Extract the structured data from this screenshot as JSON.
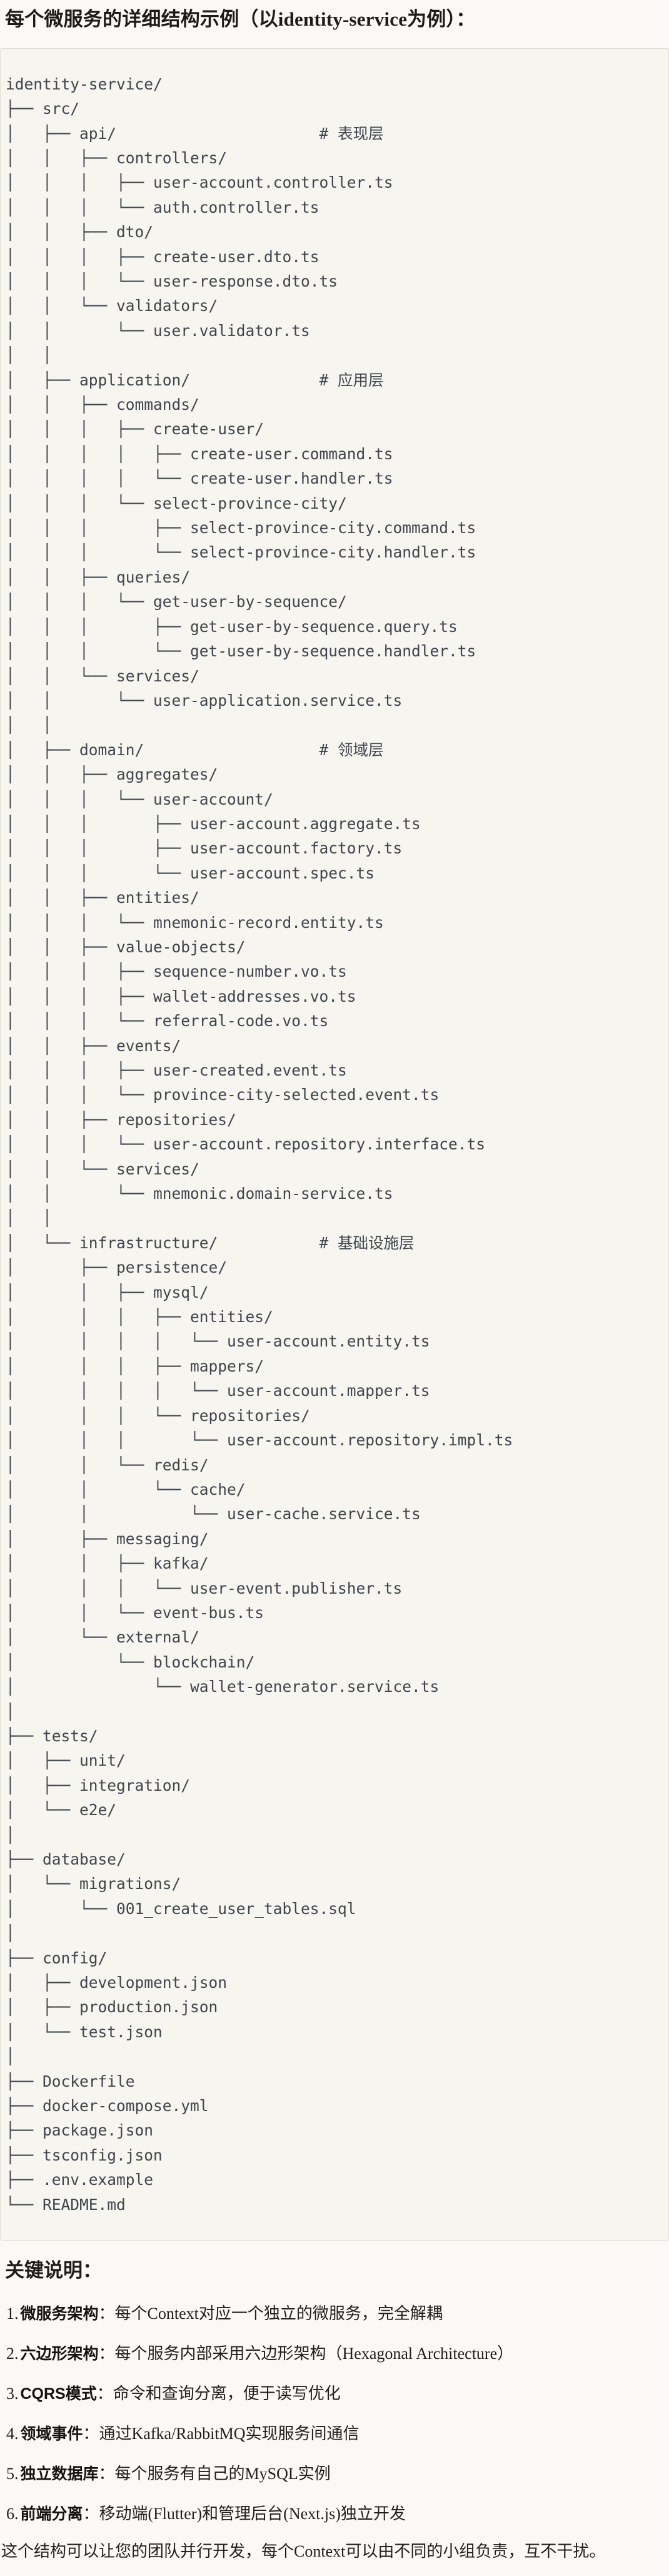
{
  "title": "每个微服务的详细结构示例（以identity-service为例）：",
  "tree": {
    "lines": [
      "identity-service/",
      "├── src/",
      "│   ├── api/                      # 表现层",
      "│   │   ├── controllers/",
      "│   │   │   ├── user-account.controller.ts",
      "│   │   │   └── auth.controller.ts",
      "│   │   ├── dto/",
      "│   │   │   ├── create-user.dto.ts",
      "│   │   │   └── user-response.dto.ts",
      "│   │   └── validators/",
      "│   │       └── user.validator.ts",
      "│   │",
      "│   ├── application/              # 应用层",
      "│   │   ├── commands/",
      "│   │   │   ├── create-user/",
      "│   │   │   │   ├── create-user.command.ts",
      "│   │   │   │   └── create-user.handler.ts",
      "│   │   │   └── select-province-city/",
      "│   │   │       ├── select-province-city.command.ts",
      "│   │   │       └── select-province-city.handler.ts",
      "│   │   ├── queries/",
      "│   │   │   └── get-user-by-sequence/",
      "│   │   │       ├── get-user-by-sequence.query.ts",
      "│   │   │       └── get-user-by-sequence.handler.ts",
      "│   │   └── services/",
      "│   │       └── user-application.service.ts",
      "│   │",
      "│   ├── domain/                   # 领域层",
      "│   │   ├── aggregates/",
      "│   │   │   └── user-account/",
      "│   │   │       ├── user-account.aggregate.ts",
      "│   │   │       ├── user-account.factory.ts",
      "│   │   │       └── user-account.spec.ts",
      "│   │   ├── entities/",
      "│   │   │   └── mnemonic-record.entity.ts",
      "│   │   ├── value-objects/",
      "│   │   │   ├── sequence-number.vo.ts",
      "│   │   │   ├── wallet-addresses.vo.ts",
      "│   │   │   └── referral-code.vo.ts",
      "│   │   ├── events/",
      "│   │   │   ├── user-created.event.ts",
      "│   │   │   └── province-city-selected.event.ts",
      "│   │   ├── repositories/",
      "│   │   │   └── user-account.repository.interface.ts",
      "│   │   └── services/",
      "│   │       └── mnemonic.domain-service.ts",
      "│   │",
      "│   └── infrastructure/           # 基础设施层",
      "│       ├── persistence/",
      "│       │   ├── mysql/",
      "│       │   │   ├── entities/",
      "│       │   │   │   └── user-account.entity.ts",
      "│       │   │   ├── mappers/",
      "│       │   │   │   └── user-account.mapper.ts",
      "│       │   │   └── repositories/",
      "│       │   │       └── user-account.repository.impl.ts",
      "│       │   └── redis/",
      "│       │       └── cache/",
      "│       │           └── user-cache.service.ts",
      "│       ├── messaging/",
      "│       │   ├── kafka/",
      "│       │   │   └── user-event.publisher.ts",
      "│       │   └── event-bus.ts",
      "│       └── external/",
      "│           └── blockchain/",
      "│               └── wallet-generator.service.ts",
      "│",
      "├── tests/",
      "│   ├── unit/",
      "│   ├── integration/",
      "│   └── e2e/",
      "│",
      "├── database/",
      "│   └── migrations/",
      "│       └── 001_create_user_tables.sql",
      "│",
      "├── config/",
      "│   ├── development.json",
      "│   ├── production.json",
      "│   └── test.json",
      "│",
      "├── Dockerfile",
      "├── docker-compose.yml",
      "├── package.json",
      "├── tsconfig.json",
      "├── .env.example",
      "└── README.md"
    ]
  },
  "notes": {
    "heading": "关键说明：",
    "items": [
      {
        "num": "1.",
        "term": "微服务架构",
        "desc": "：每个Context对应一个独立的微服务，完全解耦"
      },
      {
        "num": "2.",
        "term": "六边形架构",
        "desc": "：每个服务内部采用六边形架构（Hexagonal Architecture）"
      },
      {
        "num": "3.",
        "term": "CQRS模式",
        "desc": "：命令和查询分离，便于读写优化"
      },
      {
        "num": "4.",
        "term": "领域事件",
        "desc": "：通过Kafka/RabbitMQ实现服务间通信"
      },
      {
        "num": "5.",
        "term": "独立数据库",
        "desc": "：每个服务有自己的MySQL实例"
      },
      {
        "num": "6.",
        "term": "前端分离",
        "desc": "：移动端(Flutter)和管理后台(Next.js)独立开发"
      }
    ],
    "closing": "这个结构可以让您的团队并行开发，每个Context可以由不同的小组负责，互不干扰。"
  }
}
